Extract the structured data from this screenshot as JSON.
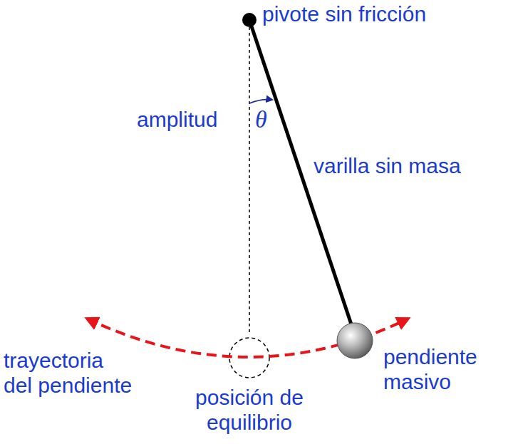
{
  "diagram": {
    "labels": [
      "pivote sin fricción",
      "amplitud",
      "θ",
      "varilla sin masa",
      "trayectoria del pendiente",
      "posición de equilibrio",
      "pendiente masivo"
    ]
  }
}
